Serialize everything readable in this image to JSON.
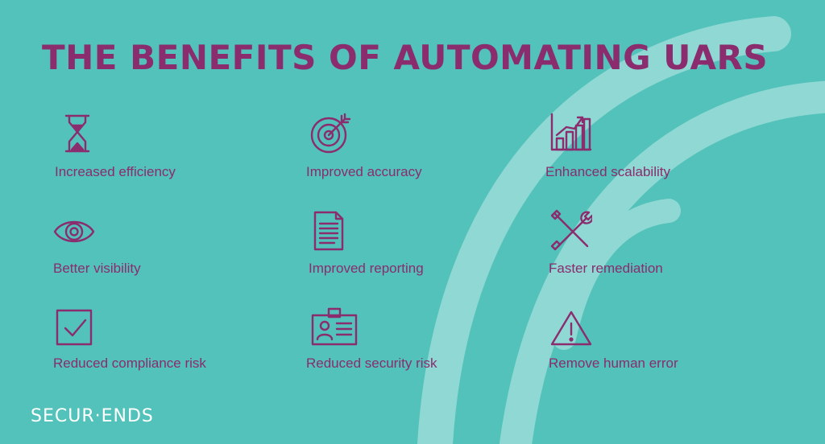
{
  "colors": {
    "background": "#52c2bb",
    "accent": "#8a2c6e",
    "decoration": "#8fd8d3",
    "logo": "#ffffff"
  },
  "title": "THE BENEFITS OF AUTOMATING UARS",
  "benefits": [
    {
      "label": "Increased efficiency",
      "icon": "hourglass-icon"
    },
    {
      "label": "Improved accuracy",
      "icon": "target-icon"
    },
    {
      "label": "Enhanced scalability",
      "icon": "bar-chart-icon"
    },
    {
      "label": "Better visibility",
      "icon": "eye-icon"
    },
    {
      "label": "Improved reporting",
      "icon": "document-icon"
    },
    {
      "label": "Faster remediation",
      "icon": "tools-icon"
    },
    {
      "label": "Reduced compliance risk",
      "icon": "checkbox-icon"
    },
    {
      "label": "Reduced security risk",
      "icon": "id-badge-icon"
    },
    {
      "label": "Remove human error",
      "icon": "warning-icon"
    }
  ],
  "logo": {
    "text": "SECUR·ENDS"
  }
}
